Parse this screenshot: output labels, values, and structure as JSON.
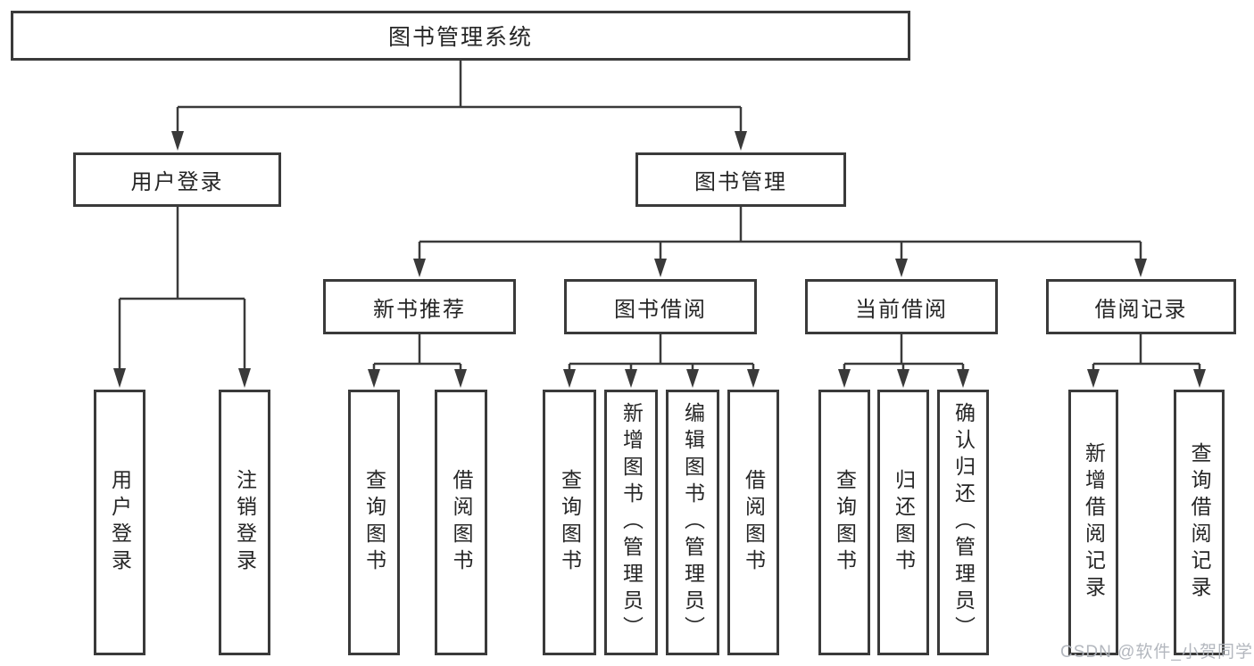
{
  "tree": {
    "root": {
      "label": "图书管理系统"
    },
    "level2": [
      {
        "label": "用户登录"
      },
      {
        "label": "图书管理"
      }
    ],
    "level3": [
      {
        "label": "新书推荐"
      },
      {
        "label": "图书借阅"
      },
      {
        "label": "当前借阅"
      },
      {
        "label": "借阅记录"
      }
    ],
    "leaves": {
      "user_login": [
        {
          "label": "用户登录"
        },
        {
          "label": "注销登录"
        }
      ],
      "new_books": [
        {
          "label": "查询图书"
        },
        {
          "label": "借阅图书"
        }
      ],
      "borrowing": [
        {
          "label": "查询图书"
        },
        {
          "label": "新增图书（管理员）"
        },
        {
          "label": "编辑图书（管理员）"
        },
        {
          "label": "借阅图书"
        }
      ],
      "current": [
        {
          "label": "查询图书"
        },
        {
          "label": "归还图书"
        },
        {
          "label": "确认归还（管理员）"
        }
      ],
      "records": [
        {
          "label": "新增借阅记录"
        },
        {
          "label": "查询借阅记录"
        }
      ]
    }
  },
  "watermark": {
    "text": "CSDN @软件_小贺同学"
  },
  "colors": {
    "line": "#3a3a3a",
    "text": "#262626",
    "background": "#ffffff",
    "watermark": "#afb3ba"
  }
}
